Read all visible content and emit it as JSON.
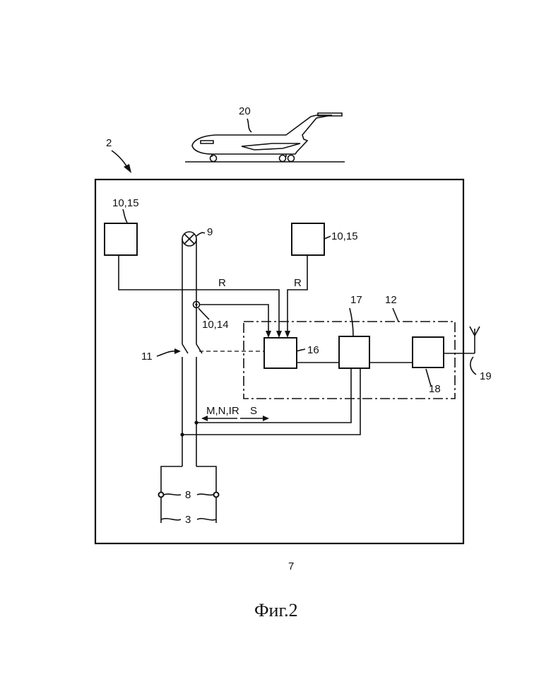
{
  "labels": {
    "ref_2": "2",
    "ref_20": "20",
    "ref_9": "9",
    "ref_10_15_left": "10,15",
    "ref_10_15_right": "10,15",
    "ref_10_14": "10,14",
    "ref_r_left": "R",
    "ref_r_right": "R",
    "ref_17": "17",
    "ref_12": "12",
    "ref_11": "11",
    "ref_16": "16",
    "ref_19": "19",
    "ref_18": "18",
    "ref_mnir": "M,N,IR",
    "ref_s": "S",
    "ref_8": "8",
    "ref_3": "3",
    "ref_7": "7"
  },
  "caption": "Фиг.2"
}
